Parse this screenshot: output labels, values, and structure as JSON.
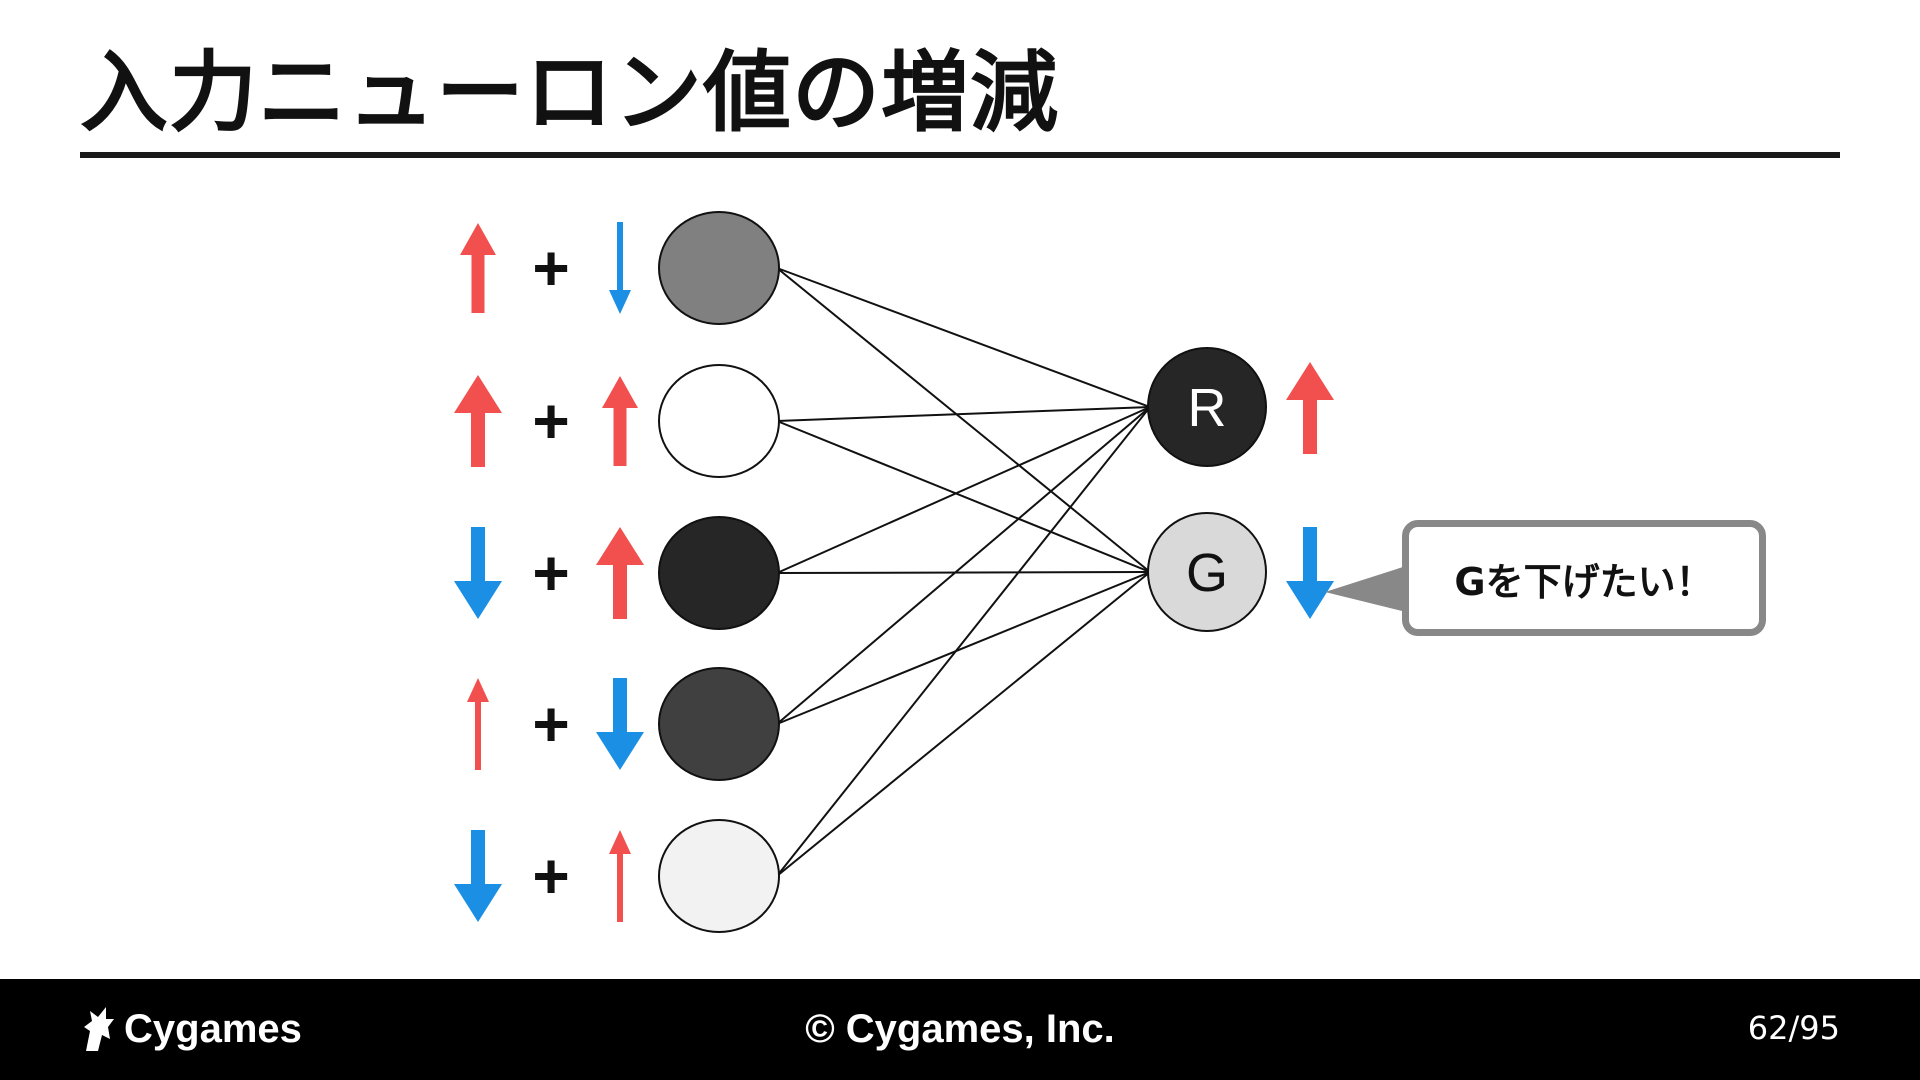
{
  "slide": {
    "title": "入力ニューロン値の増減"
  },
  "diagram": {
    "plus_sign": "+",
    "input_nodes": [
      {
        "fill": "#808080",
        "left_arrow": "up",
        "left_arrow_size": "medium",
        "right_arrow": "down",
        "right_arrow_size": "small"
      },
      {
        "fill": "#ffffff",
        "left_arrow": "up",
        "left_arrow_size": "large",
        "right_arrow": "up",
        "right_arrow_size": "medium"
      },
      {
        "fill": "#262626",
        "left_arrow": "down",
        "left_arrow_size": "large",
        "right_arrow": "up",
        "right_arrow_size": "large"
      },
      {
        "fill": "#404040",
        "left_arrow": "up",
        "left_arrow_size": "small",
        "right_arrow": "down",
        "right_arrow_size": "large"
      },
      {
        "fill": "#f2f2f2",
        "left_arrow": "down",
        "left_arrow_size": "large",
        "right_arrow": "up",
        "right_arrow_size": "small"
      }
    ],
    "output_nodes": [
      {
        "label": "R",
        "fill": "#262626",
        "text_color": "#ffffff",
        "arrow": "up"
      },
      {
        "label": "G",
        "fill": "#d9d9d9",
        "text_color": "#111111",
        "arrow": "down"
      }
    ],
    "callout_text": "Gを下げたい！"
  },
  "colors": {
    "up_arrow": "#f24f4f",
    "down_arrow": "#1a8fe3",
    "callout_border": "#888888"
  },
  "footer": {
    "logo_text": "Cygames",
    "copyright": "© Cygames, Inc.",
    "page_number": "62/95"
  }
}
